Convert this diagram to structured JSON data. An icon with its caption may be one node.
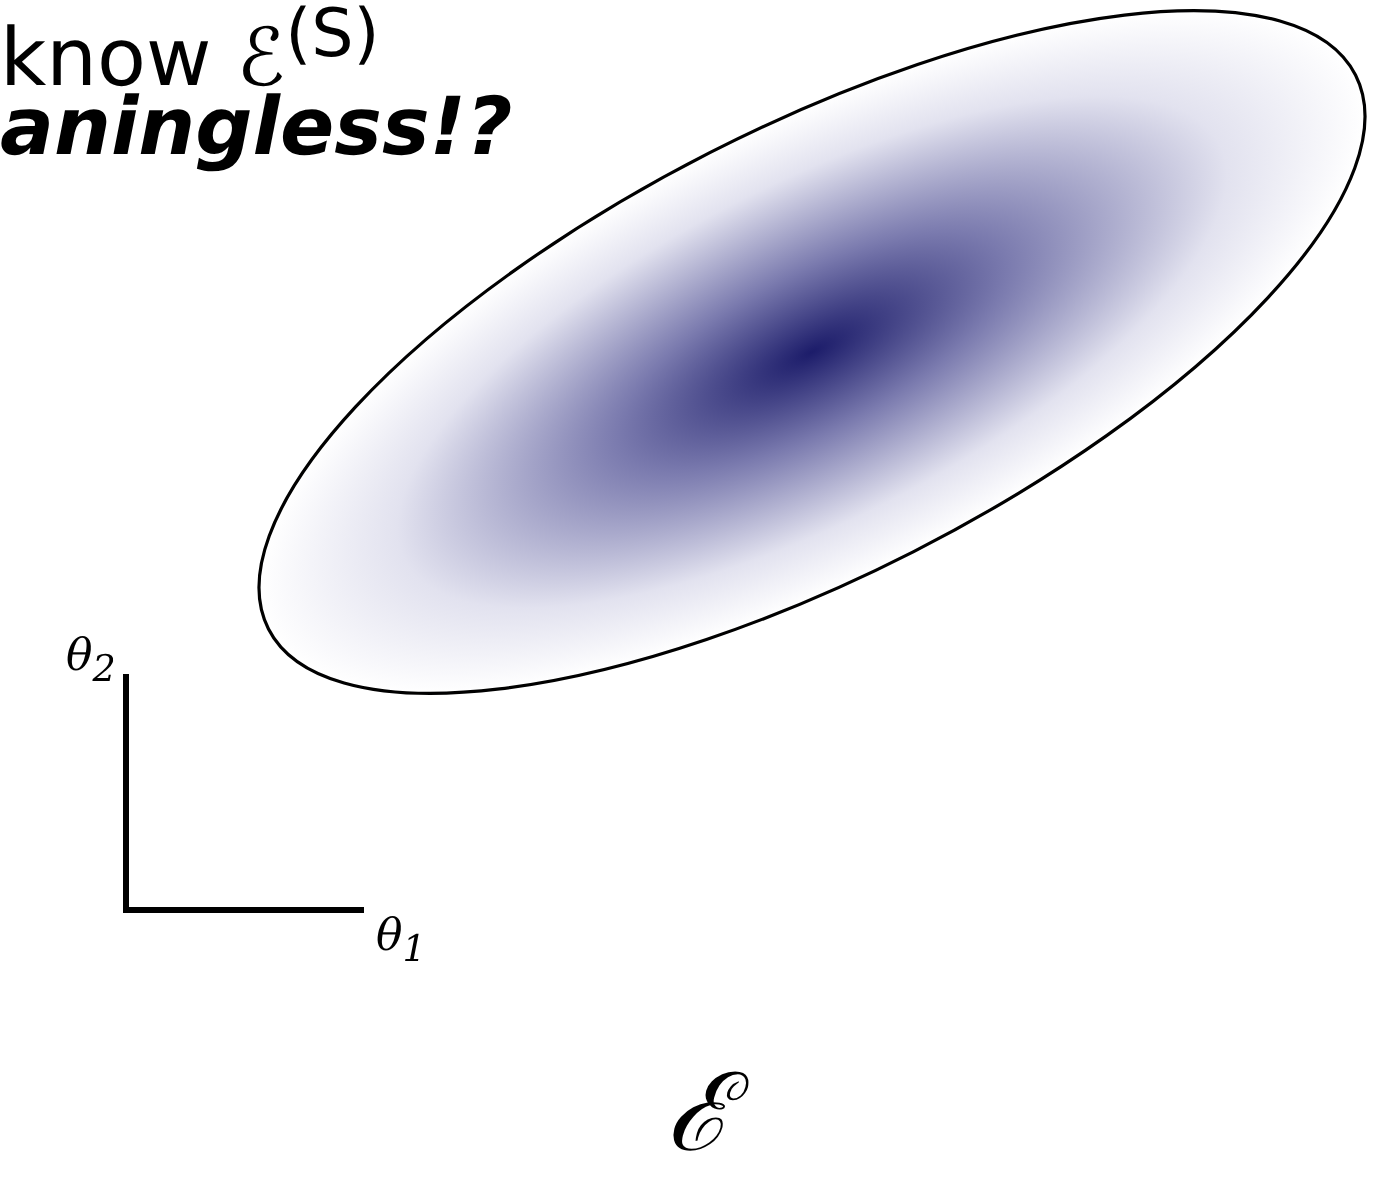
{
  "diagram": {
    "labels": [
      "know ℰ$^{(S)}$",
      "aningless!?",
      "θ$_{2}$",
      "θ$_{1}$",
      "ℰ"
    ]
  }
}
